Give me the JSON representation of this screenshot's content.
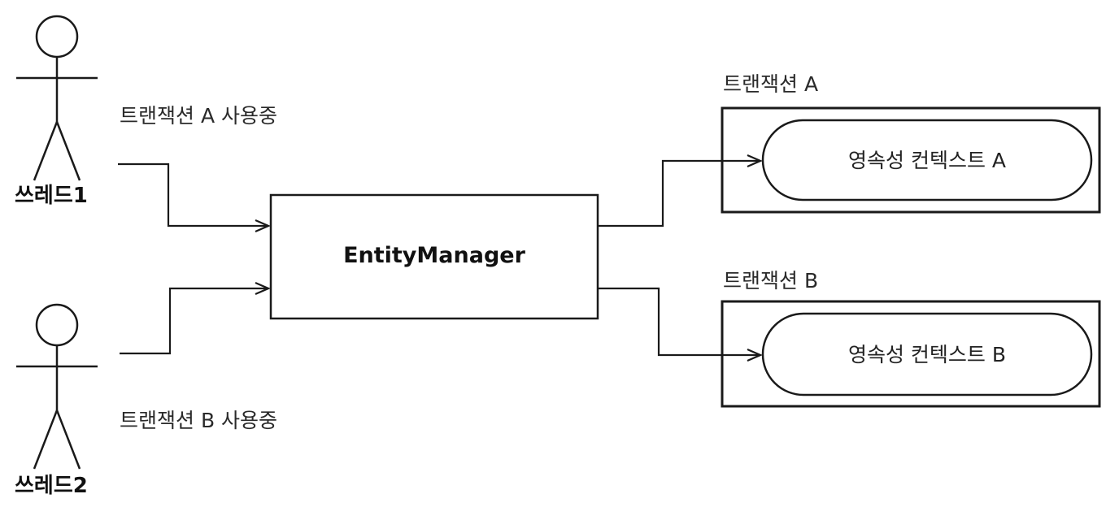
{
  "actors": [
    {
      "id": "thread1",
      "name": "쓰레드1",
      "caption": "트랜잭션 A 사용중"
    },
    {
      "id": "thread2",
      "name": "쓰레드2",
      "caption": "트랜잭션 B 사용중"
    }
  ],
  "entity_manager": {
    "label": "EntityManager"
  },
  "transactions": [
    {
      "id": "tx-a",
      "title": "트랜잭션 A",
      "context": "영속성 컨텍스트 A"
    },
    {
      "id": "tx-b",
      "title": "트랜잭션 B",
      "context": "영속성 컨텍스트 B"
    }
  ],
  "colors": {
    "stroke": "#1a1a1a",
    "background": "#ffffff"
  }
}
